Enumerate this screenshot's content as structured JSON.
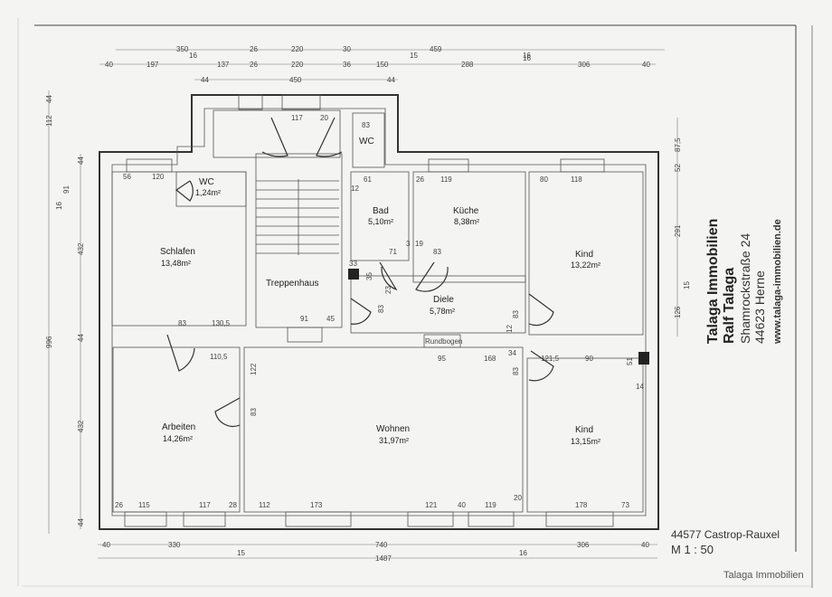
{
  "plan": {
    "scale": "M 1 : 50",
    "location": "44577 Castrop-Rauxel",
    "watermark": "Talaga Immobilien"
  },
  "title_block": {
    "company": "Talaga Immobilien",
    "name": "Ralf Talaga",
    "street": "Shamrockstraße 24",
    "city": "44623 Herne",
    "website": "www.talaga-immobilien.de"
  },
  "rooms": [
    {
      "name": "WC",
      "area": "1,24m²"
    },
    {
      "name": "Schlafen",
      "area": "13,48m²"
    },
    {
      "name": "Treppenhaus",
      "area": ""
    },
    {
      "name": "WC",
      "area": ""
    },
    {
      "name": "Bad",
      "area": "5,10m²"
    },
    {
      "name": "Küche",
      "area": "8,38m²"
    },
    {
      "name": "Kind",
      "area": "13,22m²"
    },
    {
      "name": "Diele",
      "area": "5,78m²"
    },
    {
      "name": "Arbeiten",
      "area": "14,26m²"
    },
    {
      "name": "Wohnen",
      "area": "31,97m²"
    },
    {
      "name": "Kind",
      "area": "13,15m²"
    }
  ],
  "labels": {
    "rundbogen": "Rundbogen"
  },
  "dimensions": {
    "top_row1": [
      "350",
      "26",
      "220",
      "30",
      "459",
      "16"
    ],
    "top_row2": [
      "40",
      "197",
      "16",
      "137",
      "26",
      "220",
      "36",
      "150",
      "15",
      "288",
      "16",
      "306",
      "40"
    ],
    "top_row3": [
      "44",
      "450",
      "44"
    ],
    "left_outer": [
      "996",
      "112",
      "44"
    ],
    "left_inner": [
      "44",
      "432",
      "44",
      "432",
      "44",
      "16",
      "91"
    ],
    "right": [
      "126",
      "15",
      "291",
      "52",
      "87,5"
    ],
    "bottom_row1": [
      "40",
      "330",
      "15",
      "740",
      "16",
      "306",
      "40"
    ],
    "bottom_total": "1487",
    "interior": {
      "upper_stair": [
        "117",
        "20"
      ],
      "wc_top": "83",
      "bad": [
        "61",
        "12"
      ],
      "kueche": [
        "26",
        "119"
      ],
      "kind_top": [
        "80",
        "118"
      ],
      "schlafen_top": [
        "56",
        "120"
      ],
      "schlafen_bottom": [
        "83",
        "130,5"
      ],
      "diele_doors": [
        "71",
        "3",
        "19",
        "83"
      ],
      "shaft": [
        "33",
        "35"
      ],
      "diele_left": [
        "23",
        "83"
      ],
      "diele_right": [
        "83",
        "12"
      ],
      "treppen_bottom": [
        "91",
        "45"
      ],
      "rundbogen": [
        "95",
        "168",
        "34"
      ],
      "kind2_top": [
        "121,5",
        "90",
        "51",
        "14",
        "83"
      ],
      "arbeiten_top": "110,5",
      "wohnen_left": [
        "122",
        "83"
      ],
      "arbeiten_bottom": [
        "26",
        "115",
        "117",
        "28"
      ],
      "wohnen_bottom": [
        "112",
        "173",
        "121",
        "40",
        "119",
        "20"
      ],
      "kind2_bottom": [
        "178",
        "73"
      ]
    }
  }
}
